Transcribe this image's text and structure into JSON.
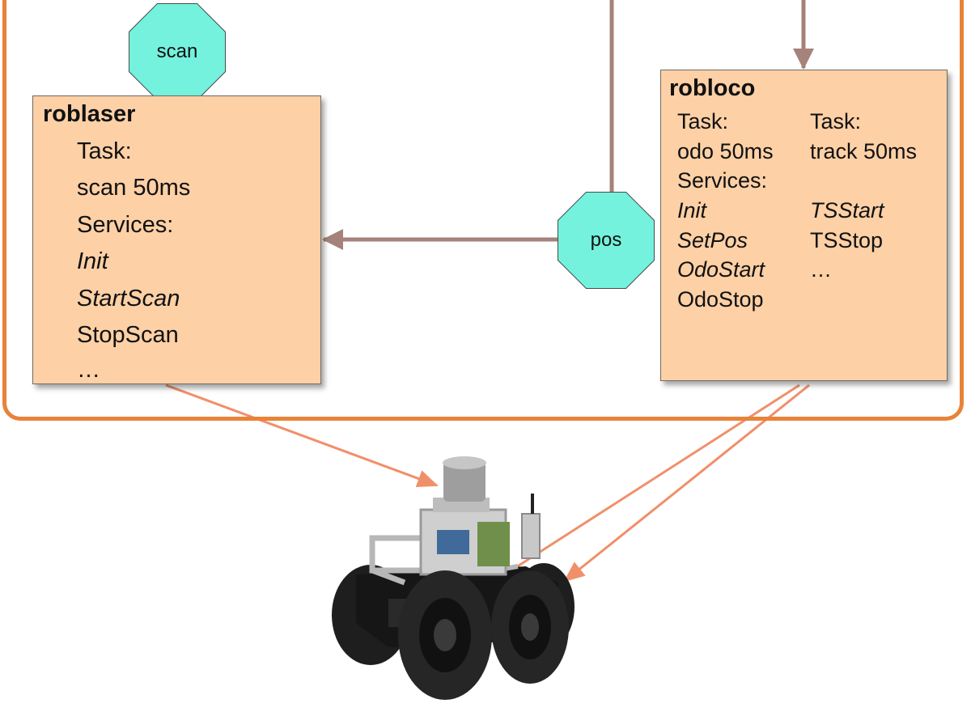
{
  "colors": {
    "frame": "#e8833a",
    "module_fill": "#fdd0a6",
    "port_fill": "#74f2dd",
    "connector": "#a5837a",
    "hardware_arrow": "#f0906a"
  },
  "ports": {
    "scan": "scan",
    "pos": "pos"
  },
  "roblaser": {
    "title": "roblaser",
    "lines": [
      "Task:",
      "scan 50ms",
      "Services:",
      "Init",
      "StartScan",
      "StopScan",
      "…"
    ]
  },
  "robloco": {
    "title": "robloco",
    "left_lines": [
      "Task:",
      "odo 50ms",
      "Services:",
      "Init",
      "SetPos",
      "OdoStart",
      "OdoStop"
    ],
    "right_lines": [
      "Task:",
      "track 50ms",
      "TSStart",
      "TSStop",
      "…"
    ]
  },
  "robot": {
    "icon": "robot-rover-icon"
  }
}
